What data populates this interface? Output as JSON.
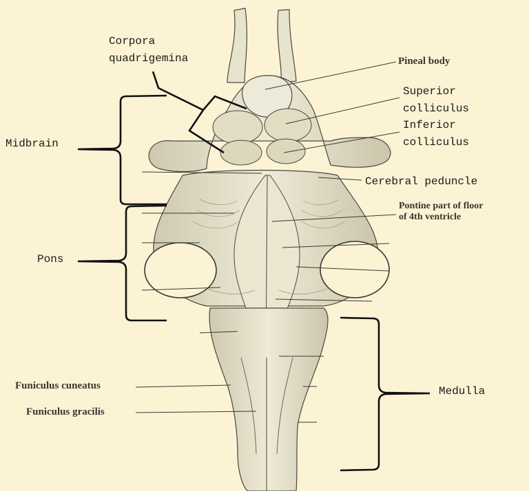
{
  "labels": {
    "corpora_quadrigemina": "Corpora\nquadrigemina",
    "midbrain": "Midbrain",
    "pons": "Pons",
    "medulla": "Medulla",
    "pineal_body": "Pineal body",
    "superior_colliculus": "Superior\ncolliculus",
    "inferior_colliculus": "Inferior\ncolliculus",
    "cerebral_peduncle": "Cerebral peduncle",
    "pontine_floor": "Pontine part of floor\nof 4th ventricle",
    "funiculus_cuneatus": "Funiculus cuneatus",
    "funiculus_gracilis": "Funiculus gracilis"
  },
  "colors": {
    "background": "#fbf3d4",
    "tissue": "#e6e0c8",
    "shade": "#b9b39c",
    "outline": "#4a4740",
    "bracket": "#111111"
  }
}
